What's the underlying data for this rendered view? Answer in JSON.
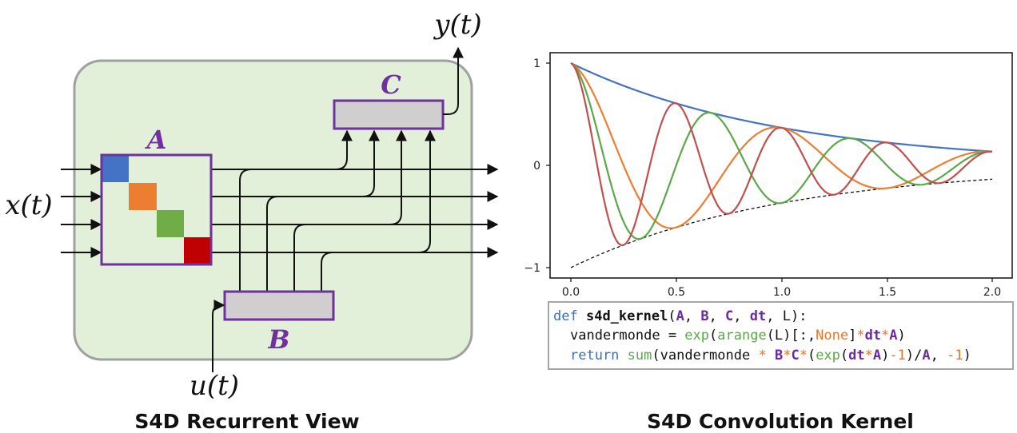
{
  "left_figure": {
    "caption": "S4D Recurrent View",
    "labels": {
      "y": "y(t)",
      "x": "x(t)",
      "u": "u(t)",
      "A": "A",
      "B": "B",
      "C": "C"
    },
    "diag_colors": [
      "#4472c4",
      "#ed7d31",
      "#70ad47",
      "#c00000"
    ]
  },
  "right_figure": {
    "caption": "S4D Convolution Kernel",
    "chart_data": {
      "type": "line",
      "title": "",
      "xlabel": "",
      "ylabel": "",
      "xlim": [
        0.0,
        2.0
      ],
      "ylim": [
        -1,
        1
      ],
      "xticks": [
        "0.0",
        "0.5",
        "1.0",
        "1.5",
        "2.0"
      ],
      "yticks": [
        "1",
        "0",
        "−1"
      ],
      "grid": false,
      "series": [
        {
          "color": "#4472c4",
          "decay": 1.0,
          "freq": 0.0
        },
        {
          "color": "#ed7d31",
          "decay": 1.0,
          "freq": 1.0
        },
        {
          "color": "#5aa84a",
          "decay": 1.0,
          "freq": 1.5
        },
        {
          "color": "#c0504d",
          "decay": 1.0,
          "freq": 2.0
        }
      ],
      "envelope": {
        "style": "dashed",
        "color": "#111111",
        "decay": 1.0
      }
    },
    "code": {
      "line1": {
        "def": "def",
        "name": "s4d_kernel",
        "open": "(",
        "A": "A",
        "c1": ", ",
        "B": "B",
        "c2": ", ",
        "C": "C",
        "c3": ", ",
        "dt": "dt",
        "c4": ", L):"
      },
      "line2": {
        "v": "vandermonde = ",
        "exp": "exp",
        "p1": "(",
        "arange": "arange",
        "p2": "(L)[:,",
        "none": "None",
        "p3": "]",
        "star1": "*",
        "dt": "dt",
        "star2": "*",
        "A": "A",
        "p4": ")"
      },
      "line3": {
        "ret": "return",
        "sp": " ",
        "sum": "sum",
        "p1": "(vandermonde ",
        "star": "* ",
        "B": "B",
        "star2": "*",
        "C": "C",
        "star3": "*",
        "p2": "(",
        "exp": "exp",
        "p3": "(",
        "dt": "dt",
        "star4": "*",
        "A": "A",
        "p4": ")",
        "m1": "-1",
        "p5": ")/",
        "A2": "A",
        "c": ", ",
        "m2": "-1",
        "p6": ")"
      }
    }
  }
}
